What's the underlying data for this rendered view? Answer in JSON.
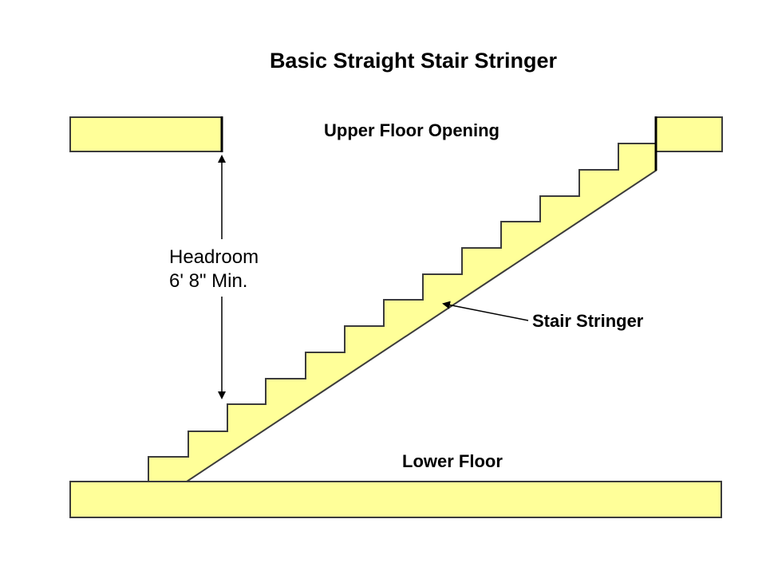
{
  "title": "Basic Straight Stair Stringer",
  "labels": {
    "upper_floor_opening": "Upper Floor Opening",
    "lower_floor": "Lower Floor",
    "stair_stringer": "Stair Stringer",
    "headroom_line1": "Headroom",
    "headroom_line2": "6' 8\" Min."
  },
  "colors": {
    "fill": "#FFFF99",
    "stroke": "#3c3c3c",
    "background": "#ffffff"
  }
}
